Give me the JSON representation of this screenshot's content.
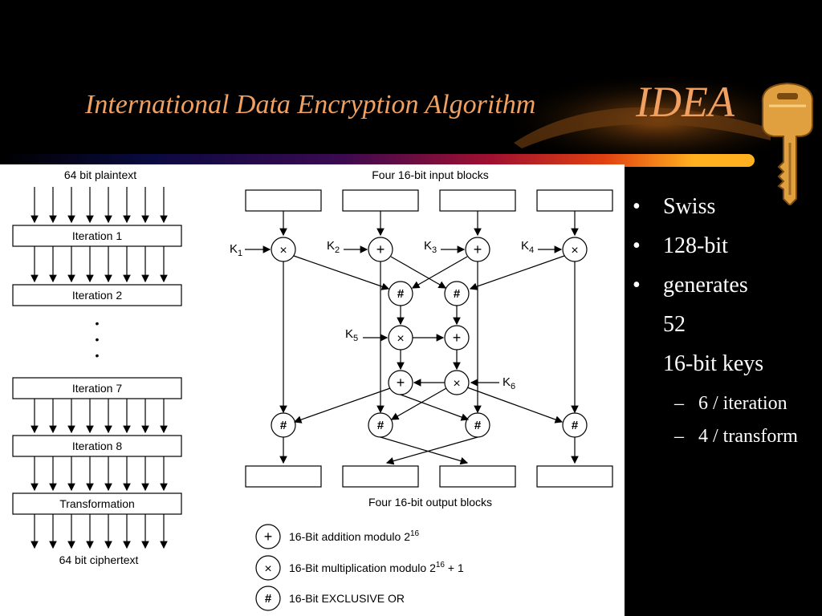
{
  "slide": {
    "title": "International Data Encryption Algorithm",
    "title_acronym": "IDEA",
    "bullets": [
      {
        "text": "Swiss"
      },
      {
        "text": "128-bit"
      },
      {
        "text": "generates"
      }
    ],
    "continuations": [
      "52",
      "16-bit keys"
    ],
    "sub_bullets": [
      {
        "text": "6 / iteration"
      },
      {
        "text": "4 / transform"
      }
    ],
    "bullet_glyph": "•",
    "dash_glyph": "–"
  },
  "left_diagram": {
    "top_label": "64 bit plaintext",
    "blocks": [
      "Iteration 1",
      "Iteration 2",
      "Iteration 7",
      "Iteration 8",
      "Transformation"
    ],
    "ellipsis": "•",
    "bottom_label": "64 bit ciphertext"
  },
  "round_diagram": {
    "top_label": "Four 16-bit input blocks",
    "bottom_label": "Four 16-bit output blocks",
    "keys": {
      "k1": "K",
      "k1_sub": "1",
      "k2": "K",
      "k2_sub": "2",
      "k3": "K",
      "k3_sub": "3",
      "k4": "K",
      "k4_sub": "4",
      "k5": "K",
      "k5_sub": "5",
      "k6": "K",
      "k6_sub": "6"
    },
    "symbols": {
      "add": "+",
      "mul": "×",
      "xor": "#"
    }
  },
  "legend": [
    {
      "symbol": "+",
      "text": "16-Bit addition modulo 2",
      "sup": "16",
      "suffix": ""
    },
    {
      "symbol": "×",
      "text": "16-Bit multiplication modulo 2",
      "sup": "16",
      "suffix": " + 1"
    },
    {
      "symbol": "#",
      "text": "16-Bit EXCLUSIVE OR",
      "sup": "",
      "suffix": ""
    }
  ],
  "colors": {
    "title": "#f0a060",
    "background": "#000000",
    "diagram_bg": "#ffffff",
    "key": "#e0a040"
  },
  "icons": [
    "key-icon"
  ]
}
